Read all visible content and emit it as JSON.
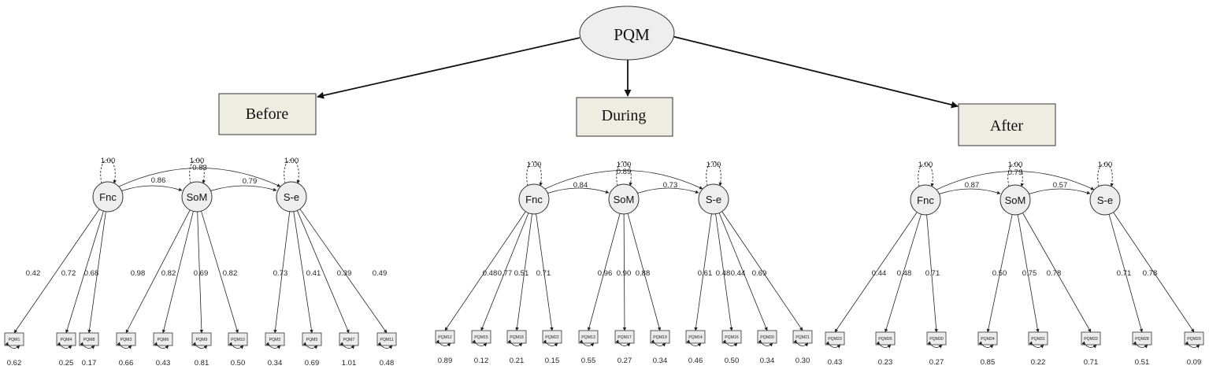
{
  "root": {
    "label": "PQM"
  },
  "phases": [
    {
      "label": "Before",
      "factor_correlation_outer": "0.83",
      "factors": [
        {
          "label": "Fnc",
          "variance": "1.00",
          "correlation_to_next": "0.86",
          "indicators": [
            {
              "label": "PQM1",
              "loading": "0.42",
              "error": "0.62"
            },
            {
              "label": "PQM4",
              "loading": "0.72",
              "error": "0.25"
            },
            {
              "label": "PQM8",
              "loading": "0.68",
              "error": "0.17"
            }
          ]
        },
        {
          "label": "SoM",
          "variance": "1.00",
          "correlation_to_next": "0.79",
          "indicators": [
            {
              "label": "PQM3",
              "loading": "0.98",
              "error": "0.66"
            },
            {
              "label": "PQM6",
              "loading": "0.82",
              "error": "0.43"
            },
            {
              "label": "PQM9",
              "loading": "0.69",
              "error": "0.81"
            },
            {
              "label": "PQM10",
              "loading": "0.82",
              "error": "0.50"
            }
          ]
        },
        {
          "label": "S-e",
          "variance": "1.00",
          "indicators": [
            {
              "label": "PQM2",
              "loading": "0.73",
              "error": "0.34"
            },
            {
              "label": "PQM5",
              "loading": "0.41",
              "error": "0.69"
            },
            {
              "label": "PQM7",
              "loading": "0.39",
              "error": "1.01"
            },
            {
              "label": "PQM11",
              "loading": "0.49",
              "error": "0.48"
            }
          ]
        }
      ]
    },
    {
      "label": "During",
      "factor_correlation_outer": "0.89",
      "factors": [
        {
          "label": "Fnc",
          "variance": "1.00",
          "correlation_to_next": "0.84",
          "indicators": [
            {
              "label": "PQM12",
              "loading": "0.48",
              "error": "0.89"
            },
            {
              "label": "PQM15",
              "loading": "0.77",
              "error": "0.12"
            },
            {
              "label": "PQM18",
              "loading": "0.51",
              "error": "0.21"
            },
            {
              "label": "PQM22",
              "loading": "0.71",
              "error": "0.15"
            }
          ]
        },
        {
          "label": "SoM",
          "variance": "1.00",
          "correlation_to_next": "0.73",
          "indicators": [
            {
              "label": "PQM13",
              "loading": "0.96",
              "error": "0.55"
            },
            {
              "label": "PQM17",
              "loading": "0.90",
              "error": "0.27"
            },
            {
              "label": "PQM19",
              "loading": "0.88",
              "error": "0.34"
            }
          ]
        },
        {
          "label": "S-e",
          "variance": "1.00",
          "indicators": [
            {
              "label": "PQM14",
              "loading": "0.61",
              "error": "0.46"
            },
            {
              "label": "PQM16",
              "loading": "0.48",
              "error": "0.50"
            },
            {
              "label": "PQM20",
              "loading": "0.44",
              "error": "0.34"
            },
            {
              "label": "PQM21",
              "loading": "0.69",
              "error": "0.30"
            }
          ]
        }
      ]
    },
    {
      "label": "After",
      "factor_correlation_outer": "0.79",
      "factors": [
        {
          "label": "Fnc",
          "variance": "1.00",
          "correlation_to_next": "0.87",
          "indicators": [
            {
              "label": "PQM23",
              "loading": "0.44",
              "error": "0.43"
            },
            {
              "label": "PQM26",
              "loading": "0.48",
              "error": "0.23"
            },
            {
              "label": "PQM30",
              "loading": "0.71",
              "error": "0.27"
            }
          ]
        },
        {
          "label": "SoM",
          "variance": "1.00",
          "correlation_to_next": "0.57",
          "indicators": [
            {
              "label": "PQM24",
              "loading": "0.50",
              "error": "0.85"
            },
            {
              "label": "PQM31",
              "loading": "0.75",
              "error": "0.22"
            },
            {
              "label": "PQM33",
              "loading": "0.78",
              "error": "0.71"
            }
          ]
        },
        {
          "label": "S-e",
          "variance": "1.00",
          "indicators": [
            {
              "label": "PQM28",
              "loading": "0.71",
              "error": "0.51"
            },
            {
              "label": "PQM29",
              "loading": "0.78",
              "error": "0.09"
            }
          ]
        }
      ]
    }
  ]
}
